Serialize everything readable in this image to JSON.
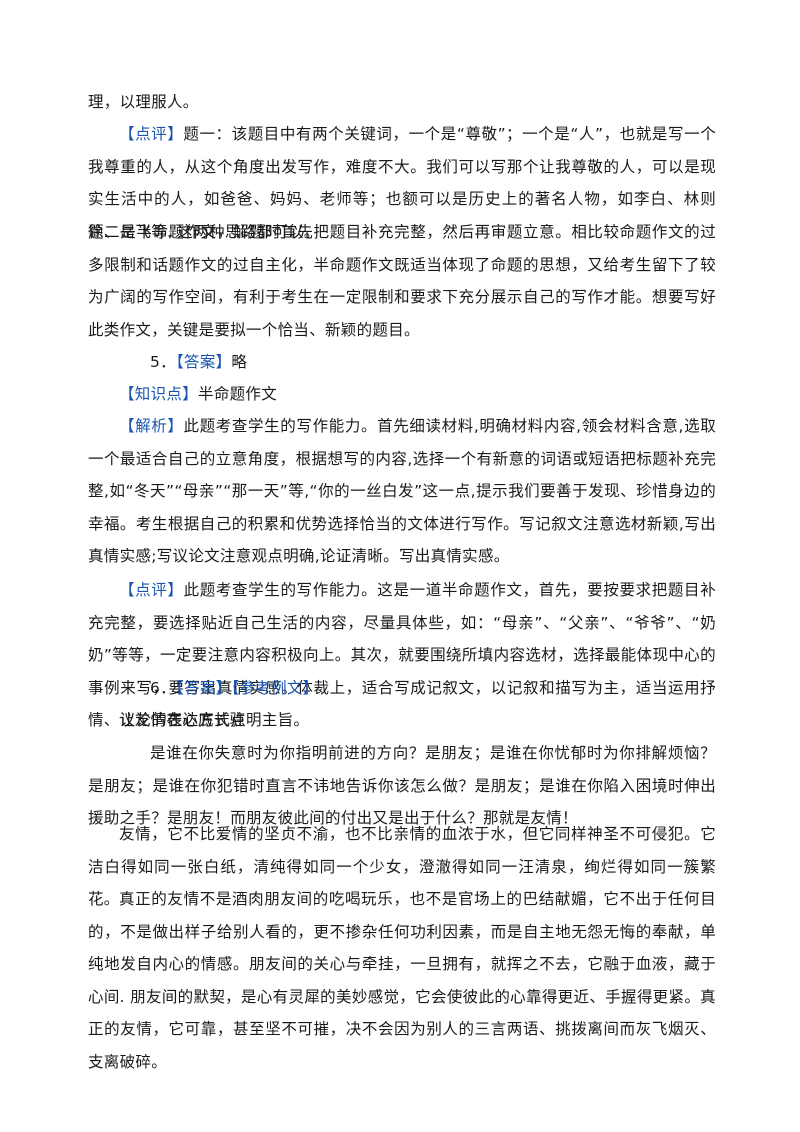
{
  "paragraphs": {
    "p1": "理，以理服人。",
    "p2_tag": "【点评】",
    "p2_text": "题一：该题目中有两个关键词，一个是“尊敬”；一个是“人”，也就是写一个我尊重的人，从这个角度出发写作，难度不大。我们可以写那个让我尊敬的人，可以是现实生活中的人，如爸爸、妈妈、老师等；也额可以是历史上的著名人物，如李白、林则徐、岳飞等. 这两种思路都可以。",
    "p3": "题二是半命题作文，解题时首先把题目补充完整，然后再审题立意。相比较命题作文的过多限制和话题作文的过自主化，半命题作文既适当体现了命题的思想，又给考生留下了较为广阔的写作空间，有利于考生在一定限制和要求下充分展示自己的写作才能。想要写好此类作文，关键是要拟一个恰当、新颖的题目。",
    "p4_num": "5．",
    "p4_tag": "【答案】",
    "p4_text": "略",
    "p5_tag": "【知识点】",
    "p5_text": "半命题作文",
    "p6_tag": "【解析】",
    "p6_text": "此题考查学生的写作能力。首先细读材料,明确材料内容,领会材料含意,选取一个最适合自己的立意角度，根据想写的内容,选择一个有新意的词语或短语把标题补充完整,如“冬天”“母亲”“那一天”等,“你的一丝白发”这一点,提示我们要善于发现、珍惜身边的幸福。考生根据自己的积累和优势选择恰当的文体进行写作。写记叙文注意选材新颖,写出真情实感;写议论文注意观点明确,论证清晰。写出真情实感。",
    "p7_tag": "【点评】",
    "p7_text": "此题考查学生的写作能力。这是一道半命题作文，首先，要按要求把题目补充完整，要选择贴近自己生活的内容，尽量具体些，如：“母亲”、“父亲”、“爷爷”、“奶奶”等等，一定要注意内容积极向上。其次，就要围绕所填内容选材，选择最能体现中心的事例来写，要写出真情实感。体裁上，适合写成记叙文，以记叙和描写为主，适当运用抒情、议论的表达方式点明主旨。",
    "p8_num": "6．",
    "p8_tag1": "【答案】",
    "p8_tag2": "【参考例文】",
    "p9": "让友情在心底长驻",
    "p10": "是谁在你失意时为你指明前进的方向？是朋友；是谁在你忧郁时为你排解烦恼？是朋友；是谁在你犯错时直言不讳地告诉你该怎么做？是朋友；是谁在你陷入困境时伸出援助之手？是朋友！而朋友彼此间的付出又是出于什么？那就是友情！",
    "p11": "友情，它不比爱情的坚贞不渝，也不比亲情的血浓于水，但它同样神圣不可侵犯。它洁白得如同一张白纸，清纯得如同一个少女，澄澈得如同一汪清泉，绚烂得如同一簇繁花。",
    "p12": "真正的友情不是酒肉朋友间的吃喝玩乐，也不是官场上的巴结献媚，它不出于任何目的，不是做出样子给别人看的，更不掺杂任何功利因素，而是自主地无怨无悔的奉献，单纯地发自内心的情感。朋友间的关心与牵挂，一旦拥有，就挥之不去，它融于血液，藏于心间. 朋友间的默契，是心有灵犀的美妙感觉，它会使彼此的心靠得更近、手握得更紧。真正的友情，它可靠，甚至坚不可摧，决不会因为别人的三言两语、挑拨离间而灰飞烟灭、支离破碎。"
  },
  "colors": {
    "tag": "#1a56b0",
    "text": "#1a1a1a"
  }
}
